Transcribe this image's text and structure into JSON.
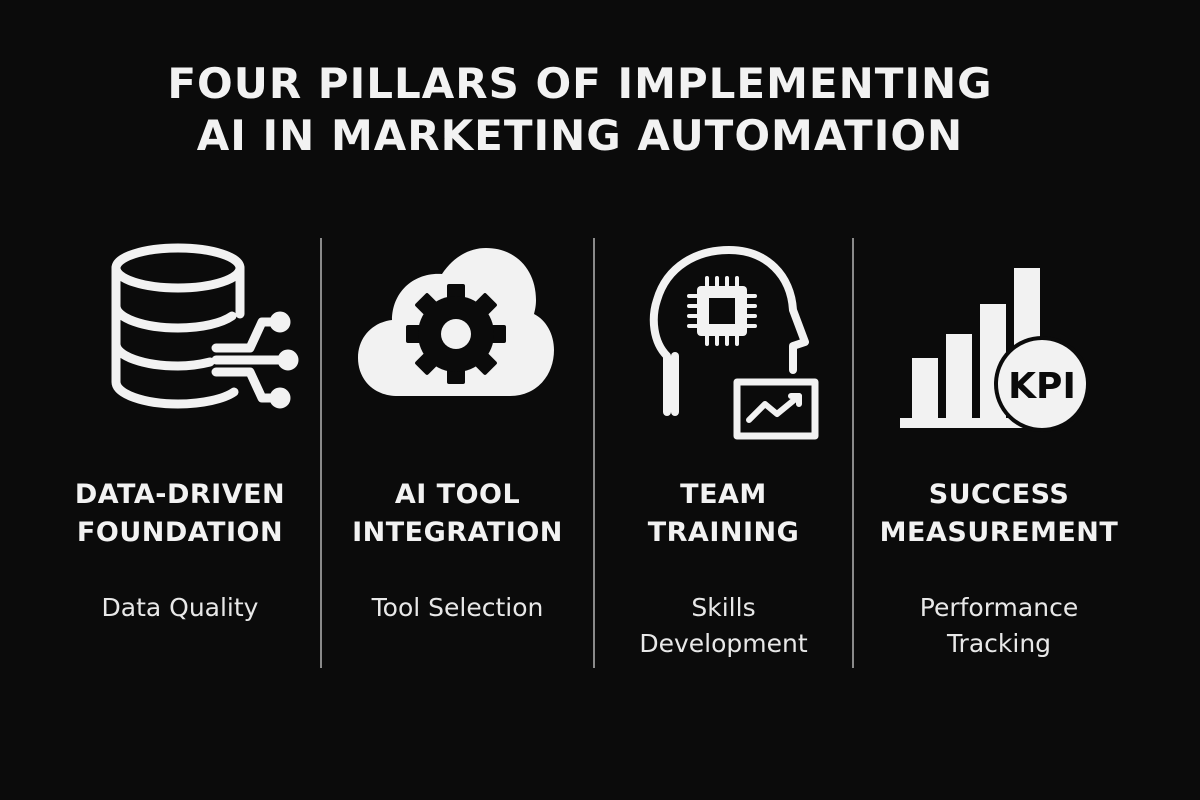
{
  "title": {
    "line1": "FOUR PILLARS OF IMPLEMENTING",
    "line2": "AI IN MARKETING AUTOMATION"
  },
  "pillars": [
    {
      "icon": "database-network-icon",
      "heading": [
        "DATA-DRIVEN",
        "FOUNDATION"
      ],
      "sub": [
        "Data Quality"
      ]
    },
    {
      "icon": "cloud-gear-icon",
      "heading": [
        "AI TOOL",
        "INTEGRATION"
      ],
      "sub": [
        "Tool Selection"
      ]
    },
    {
      "icon": "head-chip-chart-icon",
      "heading": [
        "TEAM",
        "TRAINING"
      ],
      "sub": [
        "Skills",
        "Development"
      ]
    },
    {
      "icon": "kpi-bar-chart-icon",
      "kpi_label": "KPI",
      "heading": [
        "SUCCESS",
        "MEASUREMENT"
      ],
      "sub": [
        "Performance",
        "Tracking"
      ]
    }
  ],
  "colors": {
    "background": "#0b0b0b",
    "foreground": "#f2f2f2",
    "divider": "#8a8a8a"
  }
}
